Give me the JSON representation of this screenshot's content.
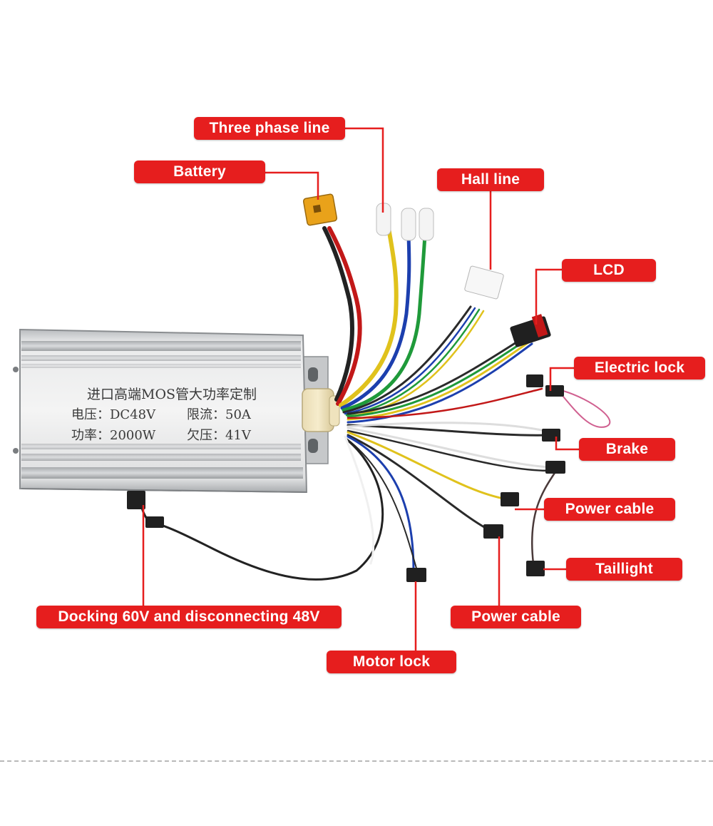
{
  "colors": {
    "callout_bg": "#e61e1e",
    "callout_text": "#ffffff",
    "leader_line": "#e61e1e",
    "housing": "#d4d6d8"
  },
  "controller": {
    "title": "进口高端MOS管大功率定制",
    "voltage": "电压：DC48V",
    "current_limit": "限流：50A",
    "power": "功率：2000W",
    "undervoltage": "欠压：41V"
  },
  "callouts": {
    "three_phase": "Three phase line",
    "battery": "Battery",
    "hall": "Hall line",
    "lcd": "LCD",
    "electric_lock": "Electric lock",
    "brake": "Brake",
    "power_cable_1": "Power cable",
    "taillight": "Taillight",
    "docking": "Docking 60V and disconnecting 48V",
    "power_cable_2": "Power cable",
    "motor_lock": "Motor lock"
  }
}
